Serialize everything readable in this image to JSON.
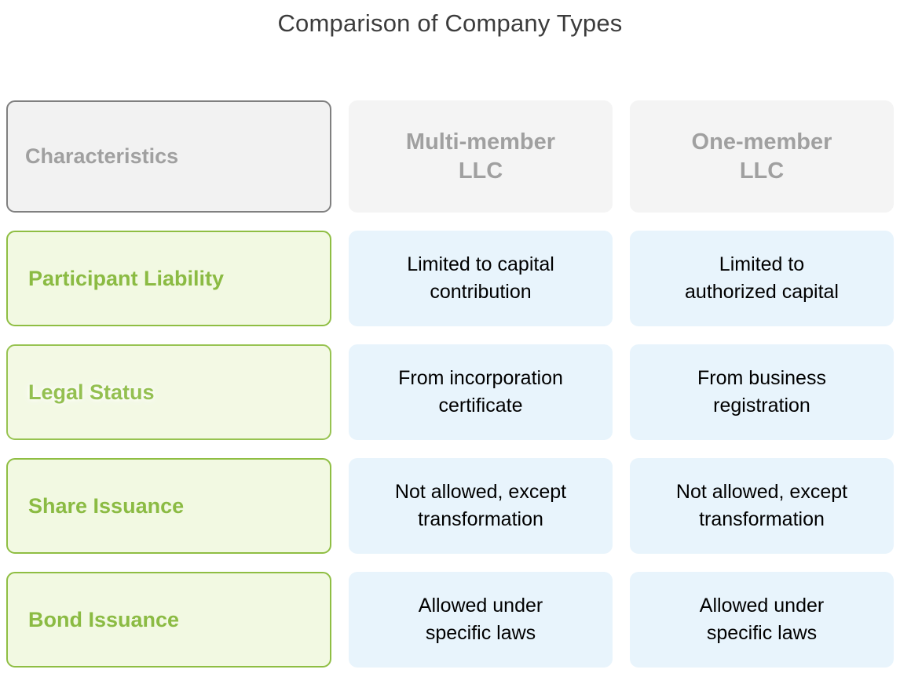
{
  "page": {
    "title": "Comparison of Company Types",
    "background": "#ffffff"
  },
  "colors": {
    "title_text": "#3c3c3c",
    "header_fill": "#f2f2f2",
    "header_border": "#808080",
    "header_text": "#a0a0a0",
    "characteristic_fill": "#f2f9e2",
    "characteristic_border": "#8fbe43",
    "characteristic_text": "#8bbb43",
    "value_fill": "#e8f4fc",
    "value_text": "#000000"
  },
  "table": {
    "columns": [
      {
        "key": "characteristic",
        "label": "Characteristics"
      },
      {
        "key": "multi_member",
        "label": "Multi-member LLC"
      },
      {
        "key": "one_member",
        "label": "One-member LLC"
      }
    ],
    "header": {
      "characteristic": "Characteristics",
      "multi_member_line1": "Multi-member",
      "multi_member_line2": "LLC",
      "one_member_line1": "One-member",
      "one_member_line2": "LLC"
    },
    "rows": [
      {
        "characteristic": "Participant Liability",
        "highlighted": false,
        "multi_member_line1": "Limited to capital",
        "multi_member_line2": "contribution",
        "one_member_line1": "Limited to",
        "one_member_line2": "authorized capital"
      },
      {
        "characteristic": "Legal Status",
        "highlighted": true,
        "multi_member_line1": "From incorporation",
        "multi_member_line2": "certificate",
        "one_member_line1": "From business",
        "one_member_line2": "registration"
      },
      {
        "characteristic": "Share Issuance",
        "highlighted": false,
        "multi_member_line1": "Not allowed, except",
        "multi_member_line2": "transformation",
        "one_member_line1": "Not allowed, except",
        "one_member_line2": "transformation"
      },
      {
        "characteristic": "Bond Issuance",
        "highlighted": false,
        "multi_member_line1": "Allowed under",
        "multi_member_line2": "specific laws",
        "one_member_line1": "Allowed under",
        "one_member_line2": "specific laws"
      }
    ]
  }
}
